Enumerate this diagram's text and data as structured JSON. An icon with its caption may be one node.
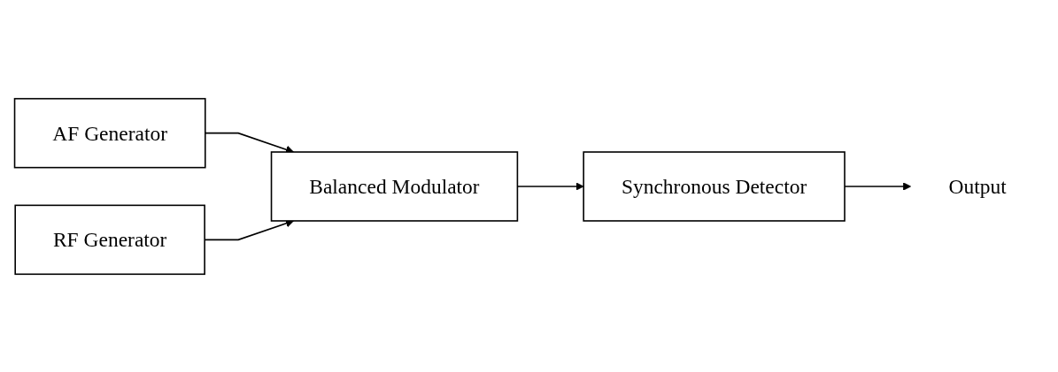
{
  "diagram": {
    "nodes": [
      {
        "text": [
          "AF Generator"
        ]
      },
      {
        "text": [
          "RF Generator"
        ]
      },
      {
        "text": [
          "Balanced Modulator"
        ]
      },
      {
        "text": [
          "Synchronous Detector"
        ]
      },
      {
        "text": [
          "Output"
        ]
      }
    ],
    "edges": [
      {
        "from": 0,
        "to": 2,
        "arrow": "to"
      },
      {
        "from": 1,
        "to": 2,
        "arrow": "to"
      },
      {
        "from": 2,
        "to": 3,
        "arrow": "to"
      },
      {
        "from": 3,
        "to": 4,
        "arrow": "to"
      }
    ]
  }
}
